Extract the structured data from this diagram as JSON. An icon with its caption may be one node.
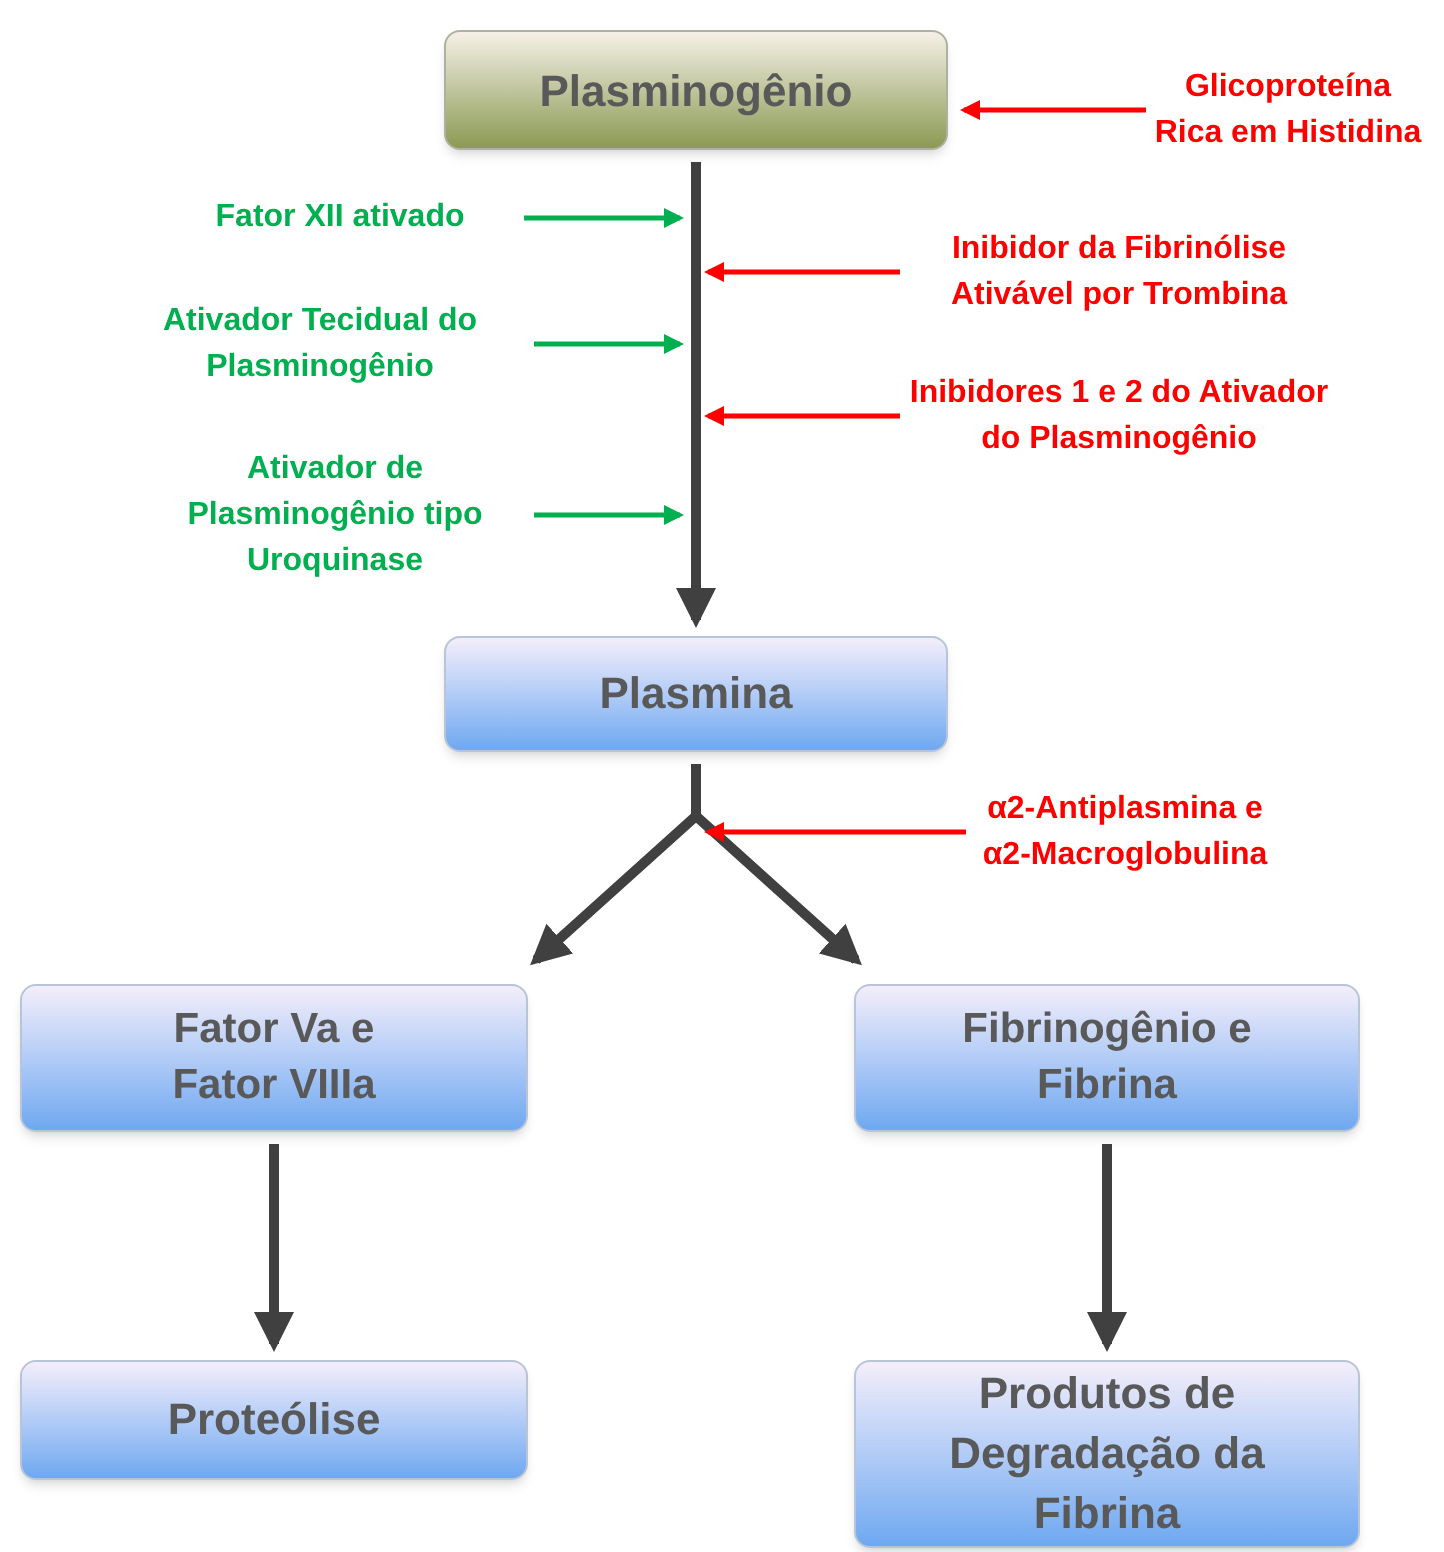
{
  "diagram": {
    "nodes": [
      {
        "text": [
          "Plasminogênio"
        ]
      },
      {
        "text": [
          "Glicoproteína Rica em Histidina"
        ]
      },
      {
        "text": [
          "Fator XII ativado"
        ]
      },
      {
        "text": [
          "Inibidor da Fibrinólise Ativável por Trombina"
        ]
      },
      {
        "text": [
          "Ativador Tecidual do Plasminogênio"
        ]
      },
      {
        "text": [
          "Inibidores 1 e 2 do Ativador do Plasminogênio"
        ]
      },
      {
        "text": [
          "Ativador de Plasminogênio tipo Uroquinase"
        ]
      },
      {
        "text": [
          "Plasmina"
        ]
      },
      {
        "text": [
          "α2-Antiplasmina e α2-Macroglobulina"
        ]
      },
      {
        "text": [
          "Fator Va e Fator VIIIa"
        ]
      },
      {
        "text": [
          "Fibrinogênio e Fibrina"
        ]
      },
      {
        "text": [
          "Proteólise"
        ]
      },
      {
        "text": [
          "Produtos de Degradação da Fibrina"
        ]
      }
    ],
    "edges": [
      {
        "from": 0,
        "to": 7,
        "arrow": "to",
        "style": "thick"
      },
      {
        "from": 1,
        "to": 0,
        "arrow": "to",
        "color": "#ff0000"
      },
      {
        "from": 2,
        "to": null,
        "arrow": "to",
        "color": "#00b050"
      },
      {
        "from": 3,
        "to": null,
        "arrow": "to",
        "color": "#ff0000"
      },
      {
        "from": 4,
        "to": null,
        "arrow": "to",
        "color": "#00b050"
      },
      {
        "from": 5,
        "to": null,
        "arrow": "to",
        "color": "#ff0000"
      },
      {
        "from": 6,
        "to": null,
        "arrow": "to",
        "color": "#00b050"
      },
      {
        "from": 7,
        "to": 9,
        "arrow": "to",
        "style": "thick"
      },
      {
        "from": 7,
        "to": 10,
        "arrow": "to",
        "style": "thick"
      },
      {
        "from": 8,
        "to": null,
        "arrow": "to",
        "color": "#ff0000"
      },
      {
        "from": 9,
        "to": 11,
        "arrow": "to",
        "style": "thick"
      },
      {
        "from": 10,
        "to": 12,
        "arrow": "to",
        "style": "thick"
      }
    ]
  }
}
